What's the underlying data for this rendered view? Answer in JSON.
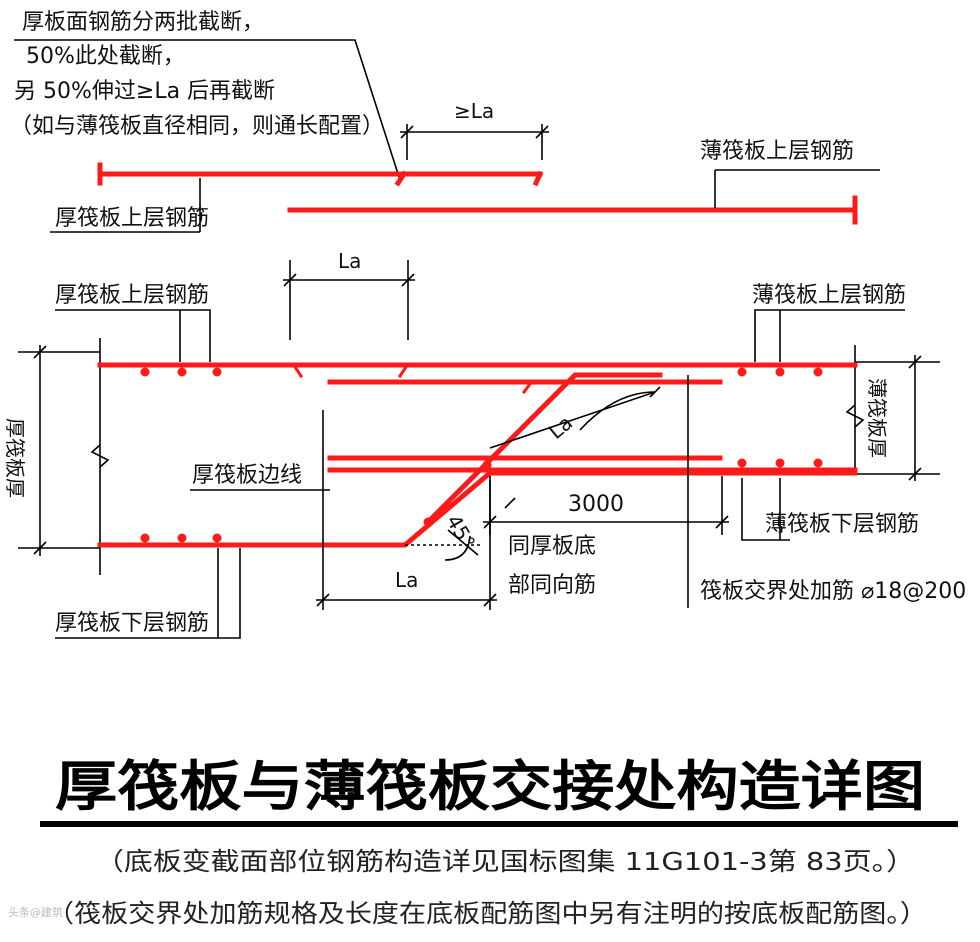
{
  "annotations": {
    "cutoff_note": [
      "厚板面钢筋分两批截断，",
      "50%此处截断，",
      "另 50%伸过≥La 后再截断",
      "（如与薄筏板直径相同，则通长配置）"
    ],
    "thick_top_rebar_upper": "厚筏板上层钢筋",
    "thin_top_rebar_upper": "薄筏板上层钢筋",
    "thick_top_rebar": "厚筏板上层钢筋",
    "thin_top_rebar": "薄筏板上层钢筋",
    "thick_plate_thickness": "厚筏板厚",
    "thin_plate_thickness": "薄筏板厚",
    "thick_plate_edge": "厚筏板边线",
    "thin_bottom_rebar": "薄筏板下层钢筋",
    "same_as_bottom": [
      "同厚板底",
      "部同向筋"
    ],
    "junction_extra_rebar": "筏板交界处加筋 ⌀18@200",
    "thick_bottom_rebar": "厚筏板下层钢筋"
  },
  "dimensions": {
    "ge_la": "≥La",
    "la_top": "La",
    "la_diag": "La",
    "la_bottom": "La",
    "len_3000": "3000",
    "angle_45": "45°"
  },
  "title": "厚筏板与薄筏板交接处构造详图",
  "notes": [
    "（底板变截面部位钢筋构造详见国标图集 11G101-3第 83页。）",
    "（筏板交界处加筋规格及长度在底板配筋图中另有注明的按底板配筋图。）"
  ],
  "watermark": "头条@建筑",
  "colors": {
    "rebar": "#ff1a1a",
    "line": "#000000"
  }
}
